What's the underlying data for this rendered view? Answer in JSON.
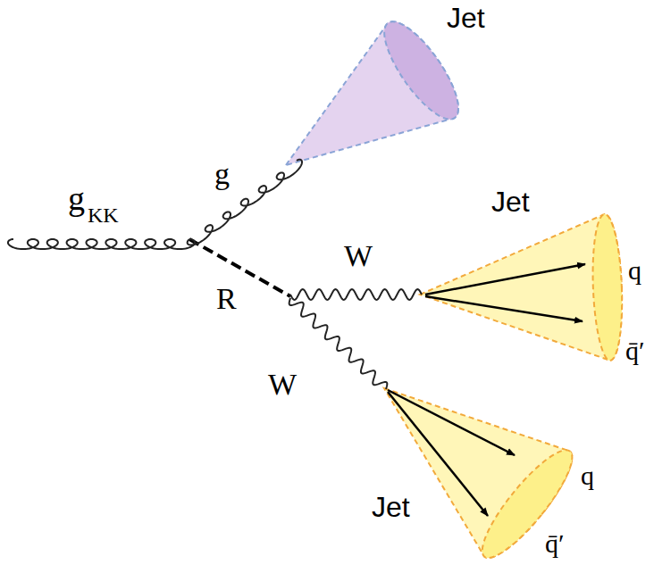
{
  "diagram": {
    "labels": [
      "g",
      "KK",
      "g",
      "R",
      "W",
      "W",
      "Jet",
      "Jet",
      "Jet",
      "q",
      "q̄′",
      "q",
      "q̄′"
    ]
  }
}
